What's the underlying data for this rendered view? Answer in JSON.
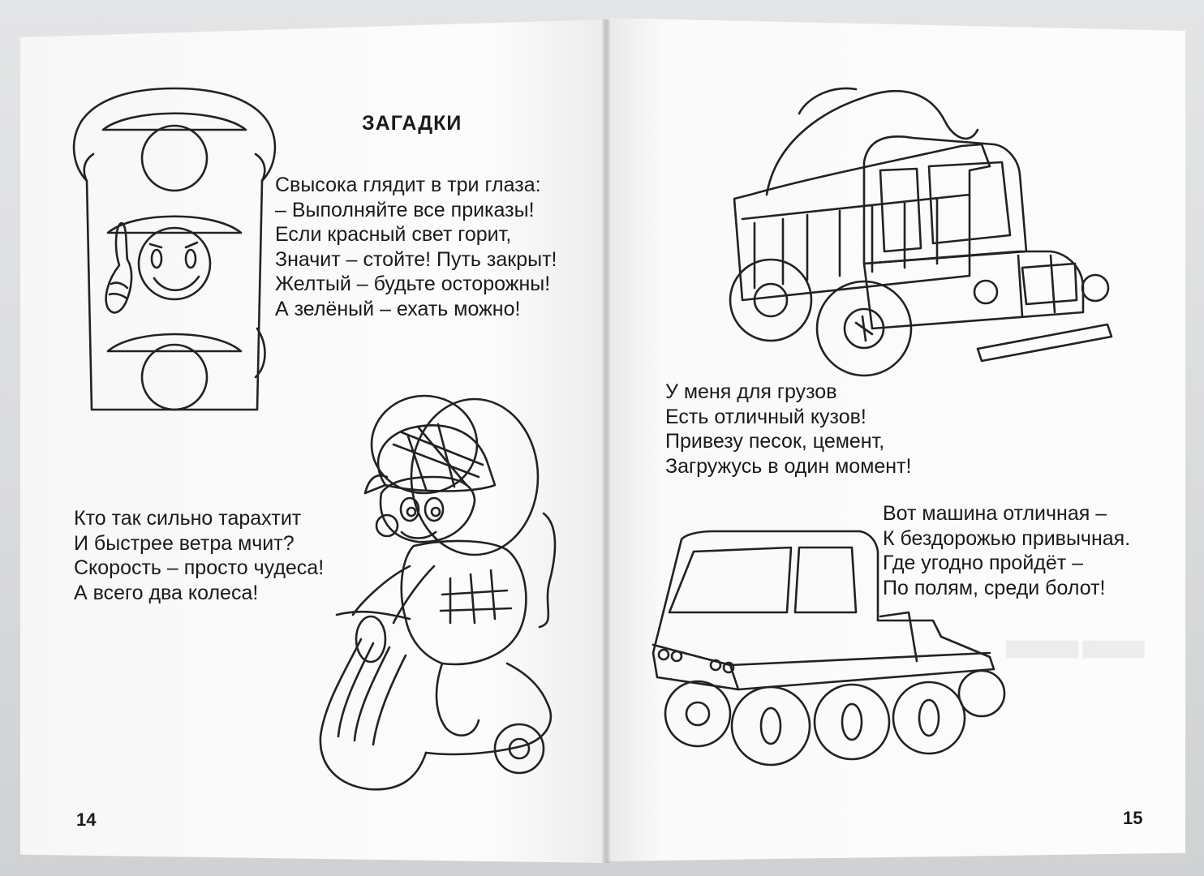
{
  "left_page": {
    "title": "ЗАГАДКИ",
    "riddle_1": {
      "lines": [
        "Свысока глядит в три глаза:",
        "– Выполняйте все приказы!",
        "Если красный свет горит,",
        "Значит – стойте! Путь закрыт!",
        "Желтый – будьте осторожны!",
        "А зелёный – ехать можно!"
      ]
    },
    "riddle_2": {
      "lines": [
        "Кто так сильно тарахтит",
        "И быстрее ветра мчит?",
        "Скорость – просто чудеса!",
        "А всего два колеса!"
      ]
    },
    "page_number": "14"
  },
  "right_page": {
    "riddle_3": {
      "lines": [
        "У меня для грузов",
        "Есть отличный кузов!",
        "Привезу песок, цемент,",
        "Загружусь в один момент!"
      ]
    },
    "riddle_4": {
      "lines": [
        "Вот машина отличная –",
        "К бездорожью привычная.",
        "Где угодно пройдёт –",
        "По полям, среди болот!"
      ]
    },
    "page_number": "15"
  },
  "colors": {
    "ink": "#1a1a1a",
    "paper": "#fbfbfb",
    "background": "#d9dadc"
  },
  "illustrations": [
    "traffic-light-character",
    "mouse-on-scooter",
    "dump-truck",
    "all-terrain-vehicle"
  ]
}
